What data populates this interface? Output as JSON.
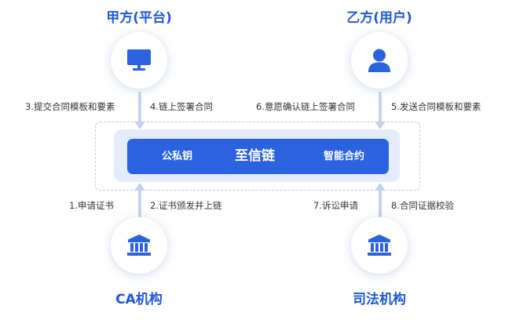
{
  "parties": {
    "platform": "甲方(平台)",
    "user": "乙方(用户)",
    "ca": "CA机构",
    "judicial": "司法机构"
  },
  "chain": {
    "left": "公私钥",
    "center": "至信链",
    "right": "智能合约"
  },
  "steps": {
    "s1": "1.申请证书",
    "s2": "2.证书颁发并上链",
    "s3": "3.提交合同模板和要素",
    "s4": "4.链上签署合同",
    "s5": "5.发送合同模板和要素",
    "s6": "6.意愿确认链上签署合同",
    "s7": "7.诉讼申请",
    "s8": "8.合同证据校验"
  },
  "colors": {
    "accent": "#1d58d8",
    "bar": "#2a62e0",
    "panel": "#e4ecfb",
    "arrow": "#c5d3ef"
  },
  "icons": {
    "platform": "monitor-icon",
    "user": "user-icon",
    "ca": "institution-building-icon",
    "judicial": "institution-building-icon"
  }
}
